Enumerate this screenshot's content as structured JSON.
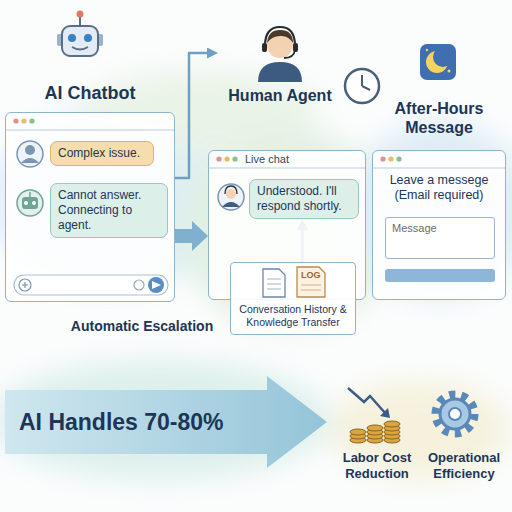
{
  "diagram": {
    "nodes": [
      {
        "text": [
          "AI Chatbot"
        ]
      },
      {
        "text": [
          "Complex issue."
        ],
        "in": 0
      },
      {
        "text": [
          "Cannot answer. Connecting to agent."
        ],
        "in": 0
      },
      {
        "text": [
          "Human Agent"
        ]
      },
      {
        "text": [
          "Live chat"
        ]
      },
      {
        "text": [
          "Understood. I'll respond shortly."
        ],
        "in": 4
      },
      {
        "text": [
          "Conversation History & Knowledge Transfer"
        ]
      },
      {
        "text": [
          "After-Hours Message",
          "Leave a messege (Email required)"
        ]
      },
      {
        "text": [
          "Message"
        ],
        "in": 7
      },
      {
        "text": [
          "AI Handles 70-80%"
        ]
      }
    ],
    "edges": [
      {
        "from": 0,
        "to": 4,
        "arrow": "to"
      },
      {
        "from": 0,
        "to": 3,
        "arrow": "to"
      },
      {
        "from": 6,
        "to": 5,
        "arrow": "to"
      }
    ],
    "labels": [
      "LOG",
      "Automatic Escalation",
      "Labor Cost Reduction",
      "Operational Efficiency"
    ]
  }
}
